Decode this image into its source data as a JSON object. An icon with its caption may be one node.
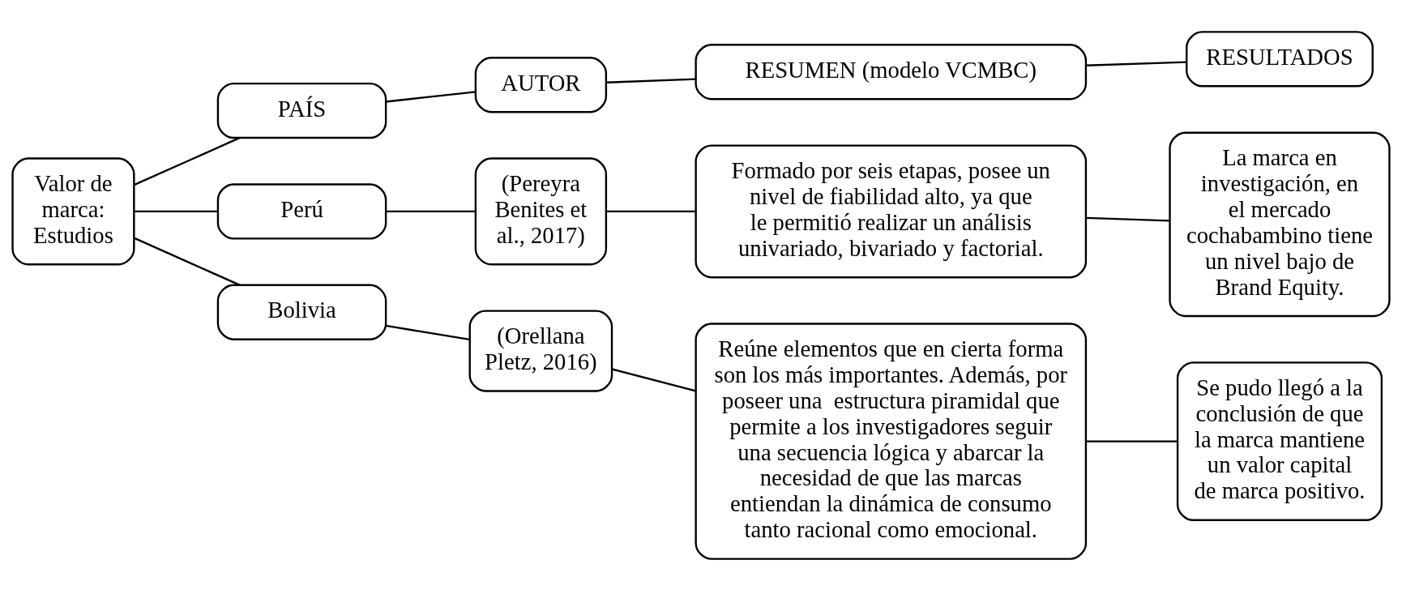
{
  "diagram": {
    "nodes": [
      {
        "text": [
          "Valor de marca: Estudios"
        ]
      },
      {
        "text": [
          "PAÍS"
        ]
      },
      {
        "text": [
          "AUTOR"
        ]
      },
      {
        "text": [
          "RESUMEN (modelo VCMBC)"
        ]
      },
      {
        "text": [
          "RESULTADOS"
        ]
      },
      {
        "text": [
          "Perú"
        ]
      },
      {
        "text": [
          "(Pereyra Benites et al., 2017)"
        ]
      },
      {
        "text": [
          "Formado por seis etapas, posee un nivel de fiabilidad alto, ya que le permitió realizar un análisis univariado, bivariado y factorial."
        ]
      },
      {
        "text": [
          "La marca en investigación, en el mercado cochabambino tiene un nivel bajo de Brand Equity."
        ]
      },
      {
        "text": [
          "Bolivia"
        ]
      },
      {
        "text": [
          "(Orellana Pletz, 2016)"
        ]
      },
      {
        "text": [
          "Reúne elementos que en cierta forma son los más importantes. Además, por poseer una  estructura piramidal que permite a los investigadores seguir una secuencia lógica y abarcar la necesidad de que las marcas entiendan la dinámica de consumo tanto racional como emocional."
        ]
      },
      {
        "text": [
          "Se pudo llegó a la conclusión de que la marca mantiene un valor capital de marca positivo."
        ]
      }
    ],
    "edges": [
      {
        "from": 0,
        "to": 1,
        "arrow": "none"
      },
      {
        "from": 0,
        "to": 5,
        "arrow": "none"
      },
      {
        "from": 0,
        "to": 9,
        "arrow": "none"
      },
      {
        "from": 1,
        "to": 2,
        "arrow": "none"
      },
      {
        "from": 2,
        "to": 3,
        "arrow": "none"
      },
      {
        "from": 3,
        "to": 4,
        "arrow": "none"
      },
      {
        "from": 5,
        "to": 6,
        "arrow": "none"
      },
      {
        "from": 6,
        "to": 7,
        "arrow": "none"
      },
      {
        "from": 7,
        "to": 8,
        "arrow": "none"
      },
      {
        "from": 9,
        "to": 10,
        "arrow": "none"
      },
      {
        "from": 10,
        "to": 11,
        "arrow": "none"
      },
      {
        "from": 11,
        "to": 12,
        "arrow": "none"
      }
    ]
  }
}
